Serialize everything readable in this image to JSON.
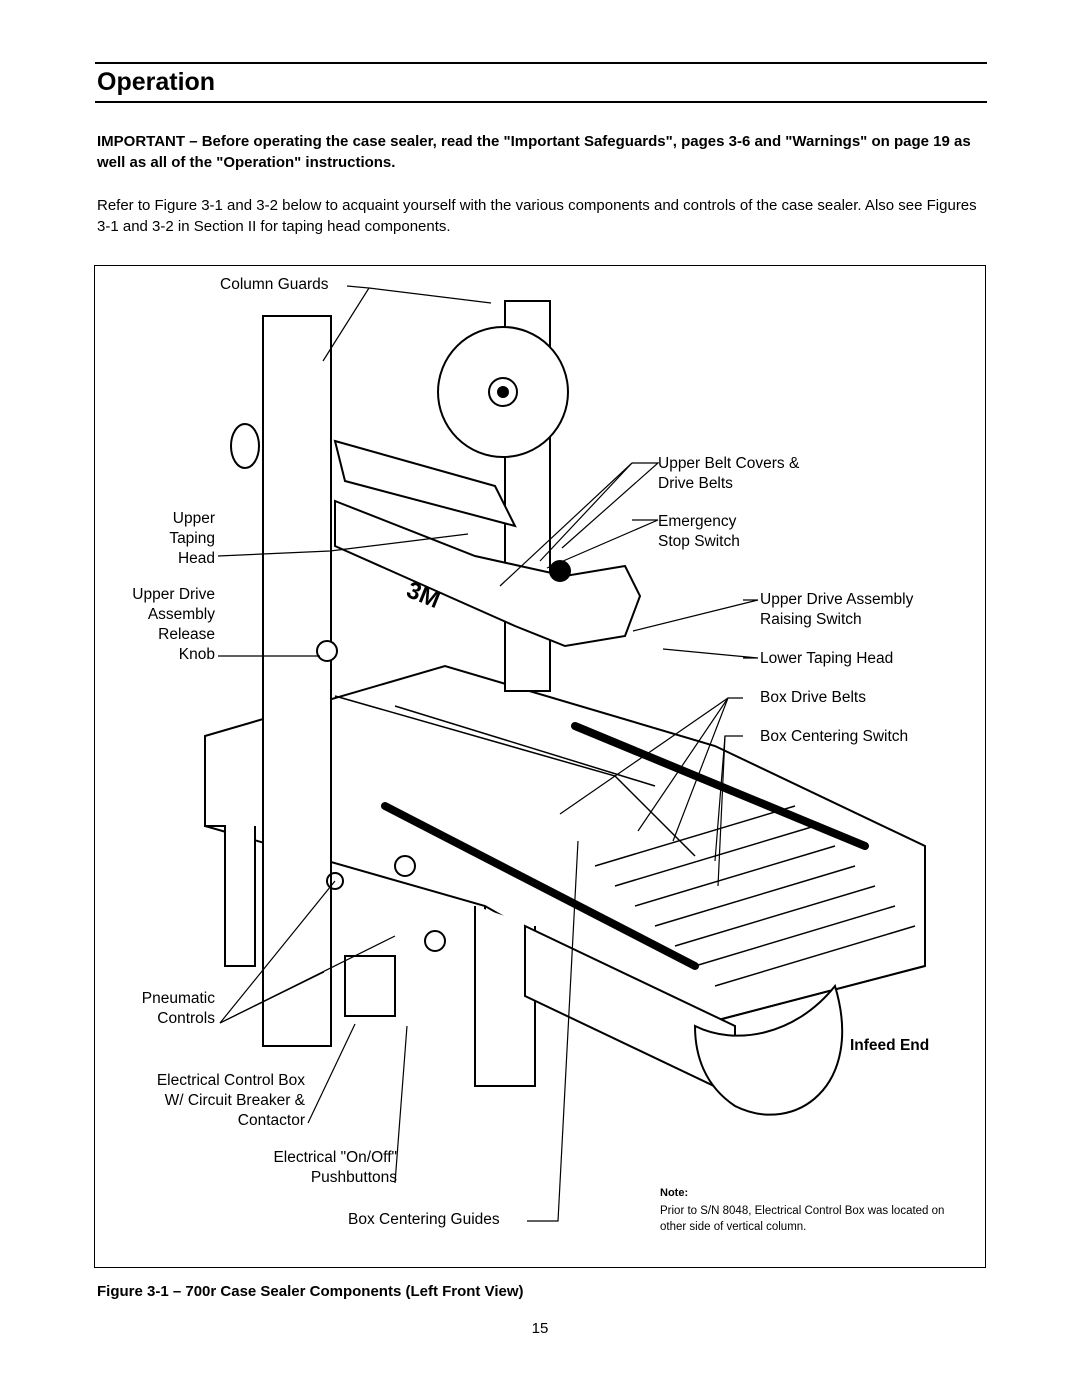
{
  "header": {
    "title": "Operation"
  },
  "important_text": "IMPORTANT – Before operating the case sealer, read the \"Important Safeguards\", pages 3-6 and \"Warnings\" on page 19 as well as all of the \"Operation\" instructions.",
  "intro_text": "Refer to Figure 3-1 and 3-2 below to acquaint yourself with the various components and controls of the case sealer.  Also see Figures 3-1 and 3-2 in Section II for taping head components.",
  "figure": {
    "labels": {
      "column_guards": "Column Guards",
      "upper_taping_head": "Upper\nTaping\nHead",
      "upper_drive_release": "Upper Drive\nAssembly\nRelease\nKnob",
      "pneumatic_controls": "Pneumatic\nControls",
      "electrical_control_box": "Electrical Control Box\nW/ Circuit Breaker &\nContactor",
      "on_off_pushbuttons": "Electrical \"On/Off\"\nPushbuttons",
      "box_centering_guides": "Box Centering Guides",
      "upper_belt_covers": "Upper Belt Covers &\nDrive Belts",
      "emergency_stop": "Emergency\nStop Switch",
      "upper_drive_raising": "Upper Drive Assembly\nRaising Switch",
      "lower_taping_head": "Lower Taping Head",
      "box_drive_belts": "Box Drive Belts",
      "box_centering_switch": "Box Centering Switch",
      "infeed_end": "Infeed End",
      "note_title": "Note:",
      "note_text": "Prior to S/N 8048, Electrical Control Box was located on other side of vertical column."
    },
    "caption": "Figure 3-1 – 700r Case Sealer Components (Left Front View)"
  },
  "footer": {
    "page_number": "15"
  }
}
